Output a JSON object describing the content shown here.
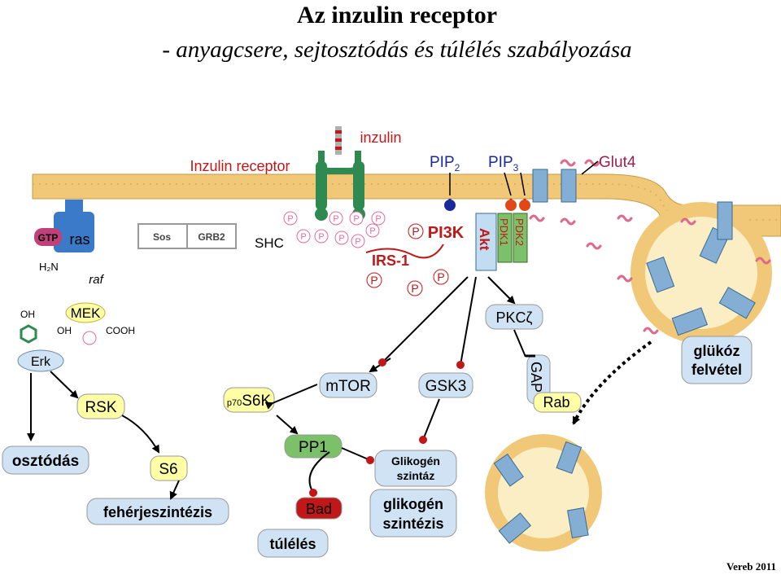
{
  "title": "Az inzulin receptor",
  "subtitle": "- anyagcsere, sejtosztódás és túlélés szabályozása",
  "labels": {
    "insulin_receptor": "Inzulin receptor",
    "insulin": "inzulin",
    "pip2_base": "PIP",
    "pip2_sub": "2",
    "pip3_base": "PIP",
    "pip3_sub": "3",
    "glut4": "Glut4",
    "gtp": "GTP",
    "ras": "ras",
    "raf": "raf",
    "nh2": "H₂N",
    "sos": "Sos",
    "grb2": "GRB2",
    "shc": "SHC",
    "irs1": "IRS-1",
    "pi3k": "PI3K",
    "akt": "Akt",
    "pdk1": "PDK1",
    "pdk2": "PDK2",
    "p": "P",
    "mek": "MEK",
    "oh": "OH",
    "cooh": "COOH",
    "pkc": "PKCζ",
    "erk": "Erk",
    "rsk": "RSK",
    "p70_prefix": "p70",
    "s6k": "S6K",
    "mtor": "mTOR",
    "gsk3": "GSK3",
    "gap": "GAP",
    "rab": "Rab",
    "glucose_uptake_1": "glükóz",
    "glucose_uptake_2": "felvétel",
    "division": "osztódás",
    "s6": "S6",
    "pp1": "PP1",
    "glycogen_synthase_1": "Glikogén",
    "glycogen_synthase_2": "szintáz",
    "protein_synthesis": "fehérjeszintézis",
    "bad": "Bad",
    "glycogen_synthesis_1": "glikogén",
    "glycogen_synthesis_2": "szintézis",
    "survival": "túlélés",
    "credit": "Vereb 2011"
  },
  "colors": {
    "membrane": "#f0c878",
    "membrane_inner": "#fbeec4",
    "receptor": "#2f8a52",
    "transporter": "#84aed4",
    "box_yellow": "#ffffa6",
    "box_blue": "#cfe3f4",
    "akt": "#c2dcf2",
    "pdk_green": "#7cc06a",
    "red": "#c01818",
    "glut_label": "#a0204a",
    "pip_label": "#1a2a9a",
    "ras": "#3a7ac8",
    "gtp": "#c0407a",
    "phospho": "#e86a9a"
  }
}
